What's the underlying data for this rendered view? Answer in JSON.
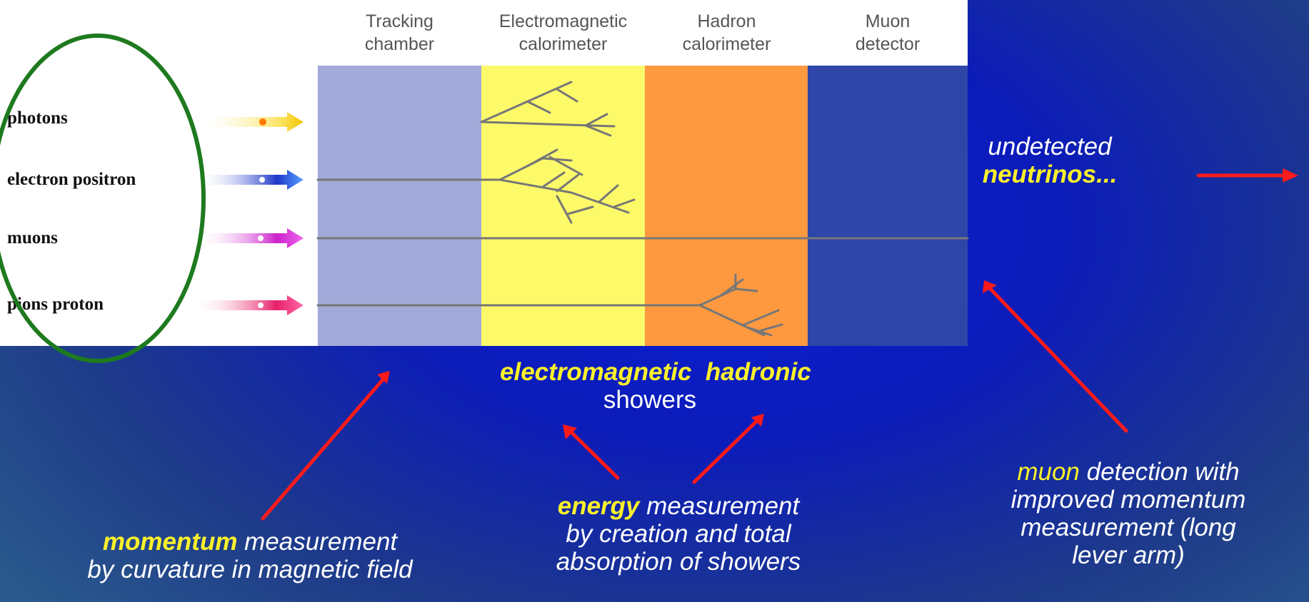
{
  "columns": [
    {
      "line1": "Tracking",
      "line2": "chamber"
    },
    {
      "line1": "Electromagnetic",
      "line2": "calorimeter"
    },
    {
      "line1": "Hadron",
      "line2": "calorimeter"
    },
    {
      "line1": "Muon",
      "line2": "detector"
    }
  ],
  "particles": [
    "photons",
    "electron positron",
    "muons",
    "pions  proton"
  ],
  "neutrinos": {
    "line1": "undetected",
    "line2": "neutrinos..."
  },
  "showers": {
    "em": "electromagnetic",
    "hadronic": "hadronic",
    "word": "showers"
  },
  "momentum": {
    "keyword": "momentum",
    "rest": " measurement",
    "line2": "by curvature in magnetic field"
  },
  "energy": {
    "keyword": "energy",
    "rest": " measurement",
    "line2": "by creation and total",
    "line3": "absorption of showers"
  },
  "muon_note": {
    "keyword": "muon",
    "rest": " detection with",
    "line2": "improved momentum",
    "line3": "measurement (long",
    "line4": "lever arm)"
  },
  "colors": {
    "tracking": "#a3a9d8",
    "em_calorimeter": "#fdfa6a",
    "hadron_calorimeter": "#fe9940",
    "muon_detector": "#2d46a8",
    "highlight": "#fbf12a",
    "pointer_arrow": "#ff1a1a",
    "circle": "#1e7a1e"
  }
}
